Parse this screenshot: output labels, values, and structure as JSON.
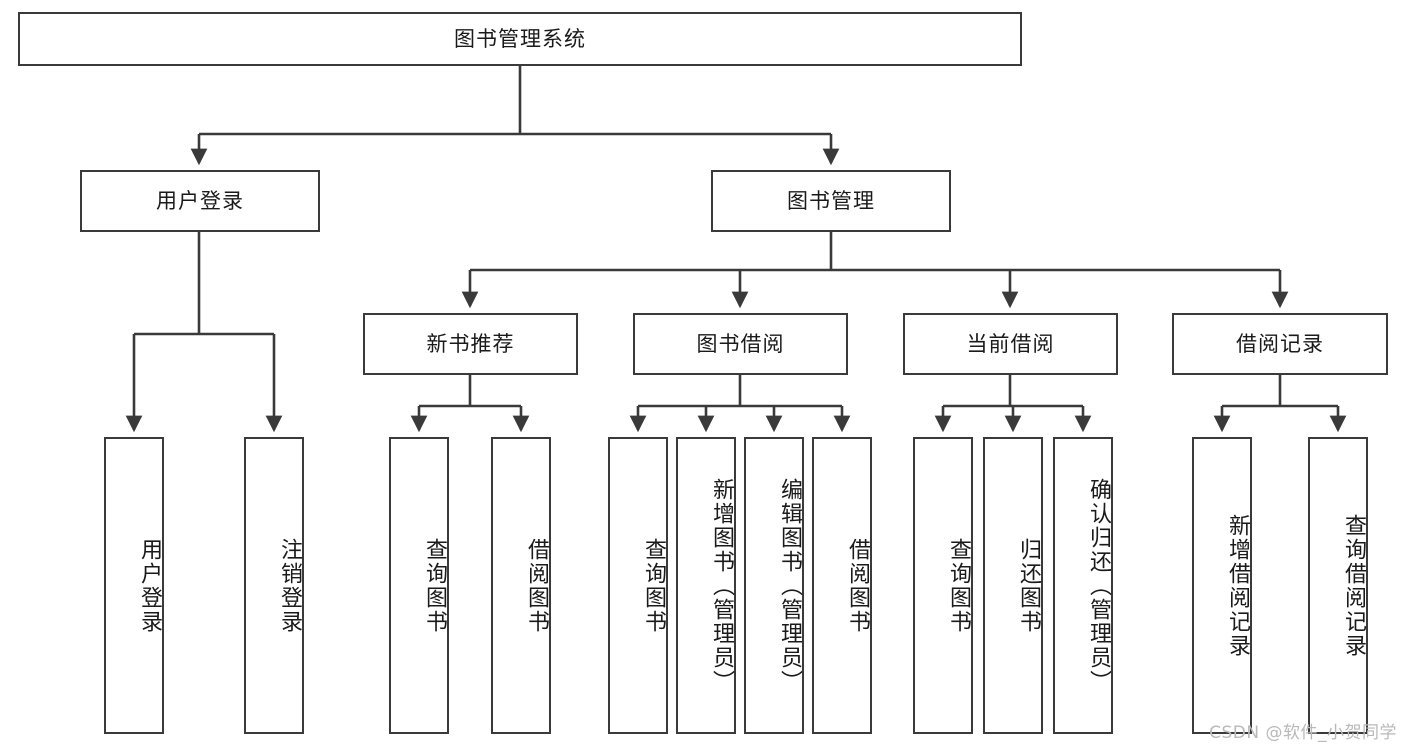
{
  "diagram": {
    "type": "tree-hierarchy-chart",
    "title_node": {
      "label": "图书管理系统"
    },
    "level1": [
      {
        "label": "用户登录"
      },
      {
        "label": "图书管理"
      }
    ],
    "level2": [
      {
        "label": "新书推荐"
      },
      {
        "label": "图书借阅"
      },
      {
        "label": "当前借阅"
      },
      {
        "label": "借阅记录"
      }
    ],
    "leaves": {
      "user_login": [
        {
          "label": "用户登录"
        },
        {
          "label": "注销登录"
        }
      ],
      "new_book_recommend": [
        {
          "label": "查询图书"
        },
        {
          "label": "借阅图书"
        }
      ],
      "book_borrow": [
        {
          "label": "查询图书"
        },
        {
          "label": "新增图书（管理员）"
        },
        {
          "label": "编辑图书（管理员）"
        },
        {
          "label": "借阅图书"
        }
      ],
      "current_borrow": [
        {
          "label": "查询图书"
        },
        {
          "label": "归还图书"
        },
        {
          "label": "确认归还（管理员）"
        }
      ],
      "borrow_record": [
        {
          "label": "新增借阅记录"
        },
        {
          "label": "查询借阅记录"
        }
      ]
    },
    "watermark": "CSDN @软件_小贺同学",
    "colors": {
      "stroke": "#3a3a3a",
      "fill": "#ffffff",
      "text": "#1a1a1a",
      "watermark": "#b9b9b9"
    }
  }
}
